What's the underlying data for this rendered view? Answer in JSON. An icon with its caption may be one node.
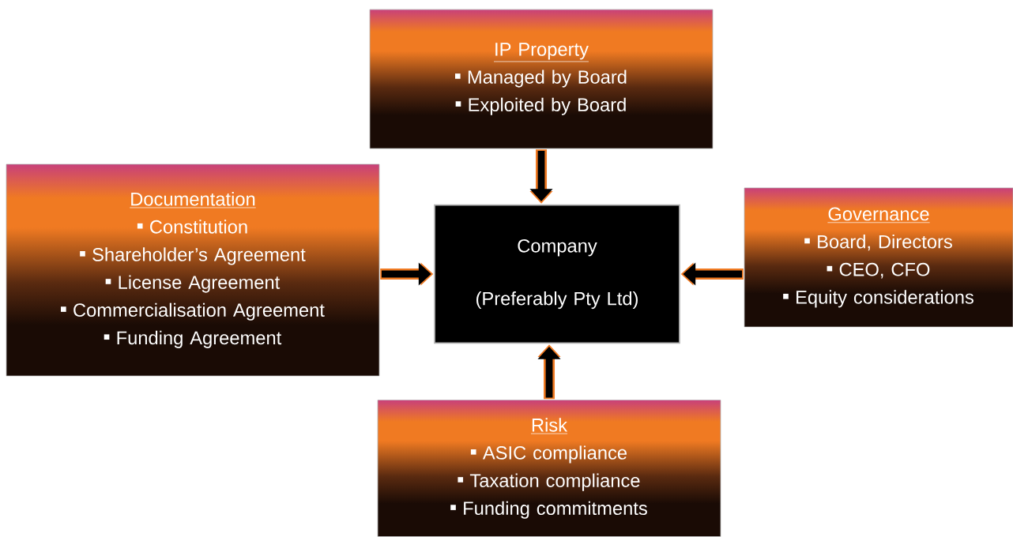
{
  "diagram": {
    "nodes": [
      {
        "text": [
          "IP Property",
          "Managed by Board",
          "Exploited by Board"
        ]
      },
      {
        "text": [
          "Documentation",
          "Constitution",
          "Shareholder’s Agreement",
          "License Agreement",
          "Commercialisation Agreement",
          "Funding Agreement"
        ]
      },
      {
        "text": [
          "Company",
          "(Preferably Pty Ltd)"
        ]
      },
      {
        "text": [
          "Governance",
          "Board, Directors",
          "CEO, CFO",
          "Equity considerations"
        ]
      },
      {
        "text": [
          "Risk",
          "ASIC compliance",
          "Taxation compliance",
          "Funding commitments"
        ]
      }
    ],
    "edges": [
      {
        "from": 0,
        "to": 2,
        "arrow": "to"
      },
      {
        "from": 1,
        "to": 2,
        "arrow": "to"
      },
      {
        "from": 3,
        "to": 2,
        "arrow": "to"
      },
      {
        "from": 4,
        "to": 2,
        "arrow": "to"
      }
    ]
  }
}
